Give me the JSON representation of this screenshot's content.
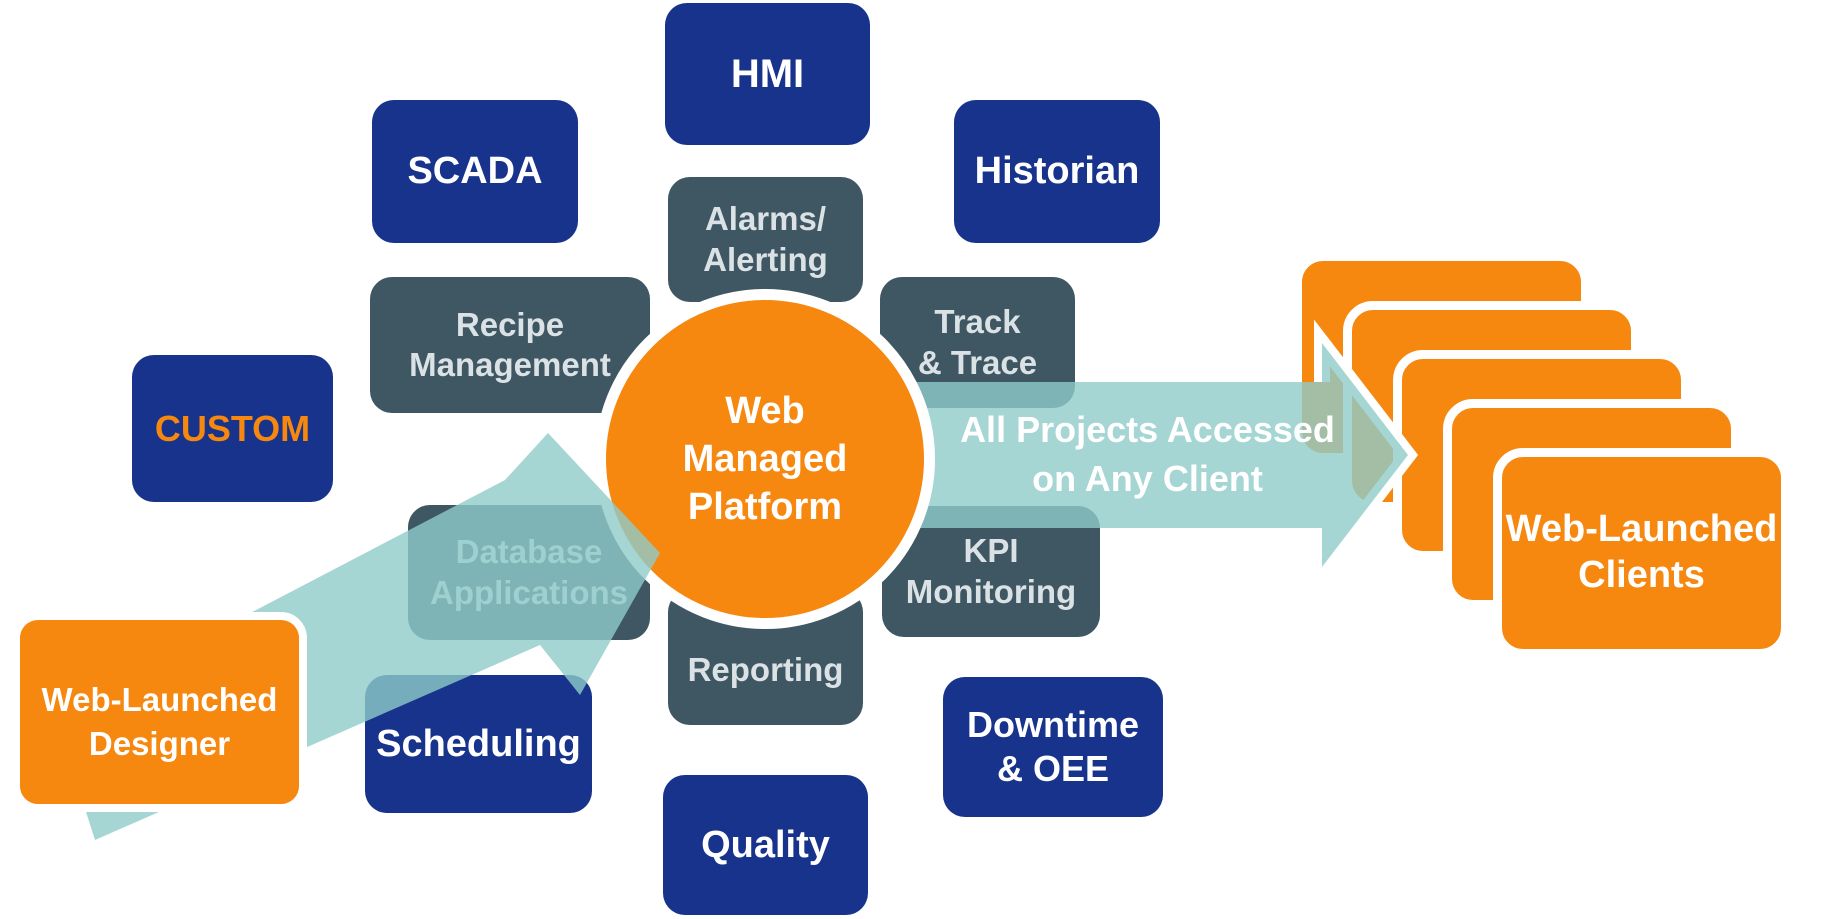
{
  "title": "Web Managed Platform architecture diagram",
  "center": {
    "label": "Web\nManaged\nPlatform"
  },
  "blue_nodes": {
    "hmi": {
      "label": "HMI"
    },
    "scada": {
      "label": "SCADA"
    },
    "historian": {
      "label": "Historian"
    },
    "custom": {
      "label": "CUSTOM"
    },
    "scheduling": {
      "label": "Scheduling"
    },
    "quality": {
      "label": "Quality"
    },
    "downtime": {
      "label": "Downtime\n& OEE"
    }
  },
  "slate_nodes": {
    "alarms": {
      "label": "Alarms/\nAlerting"
    },
    "recipe": {
      "label": "Recipe\nManagement"
    },
    "track": {
      "label": "Track\n& Trace"
    },
    "database": {
      "label": "Database\nApplications"
    },
    "kpi": {
      "label": "KPI\nMonitoring"
    },
    "reporting": {
      "label": "Reporting"
    }
  },
  "orange_nodes": {
    "designer": {
      "label": "Web-Launched\nDesigner"
    },
    "clients": {
      "label": "Web-Launched\nClients",
      "stack_count": 5
    }
  },
  "arrows": {
    "right_label": "All Projects Accessed\non Any Client"
  },
  "colors": {
    "blue": "#17338C",
    "slate": "#3F5663",
    "slate_text": "#DAE2E5",
    "orange": "#F6870F",
    "teal": "#A5D6D4",
    "white": "#FFFFFF"
  }
}
